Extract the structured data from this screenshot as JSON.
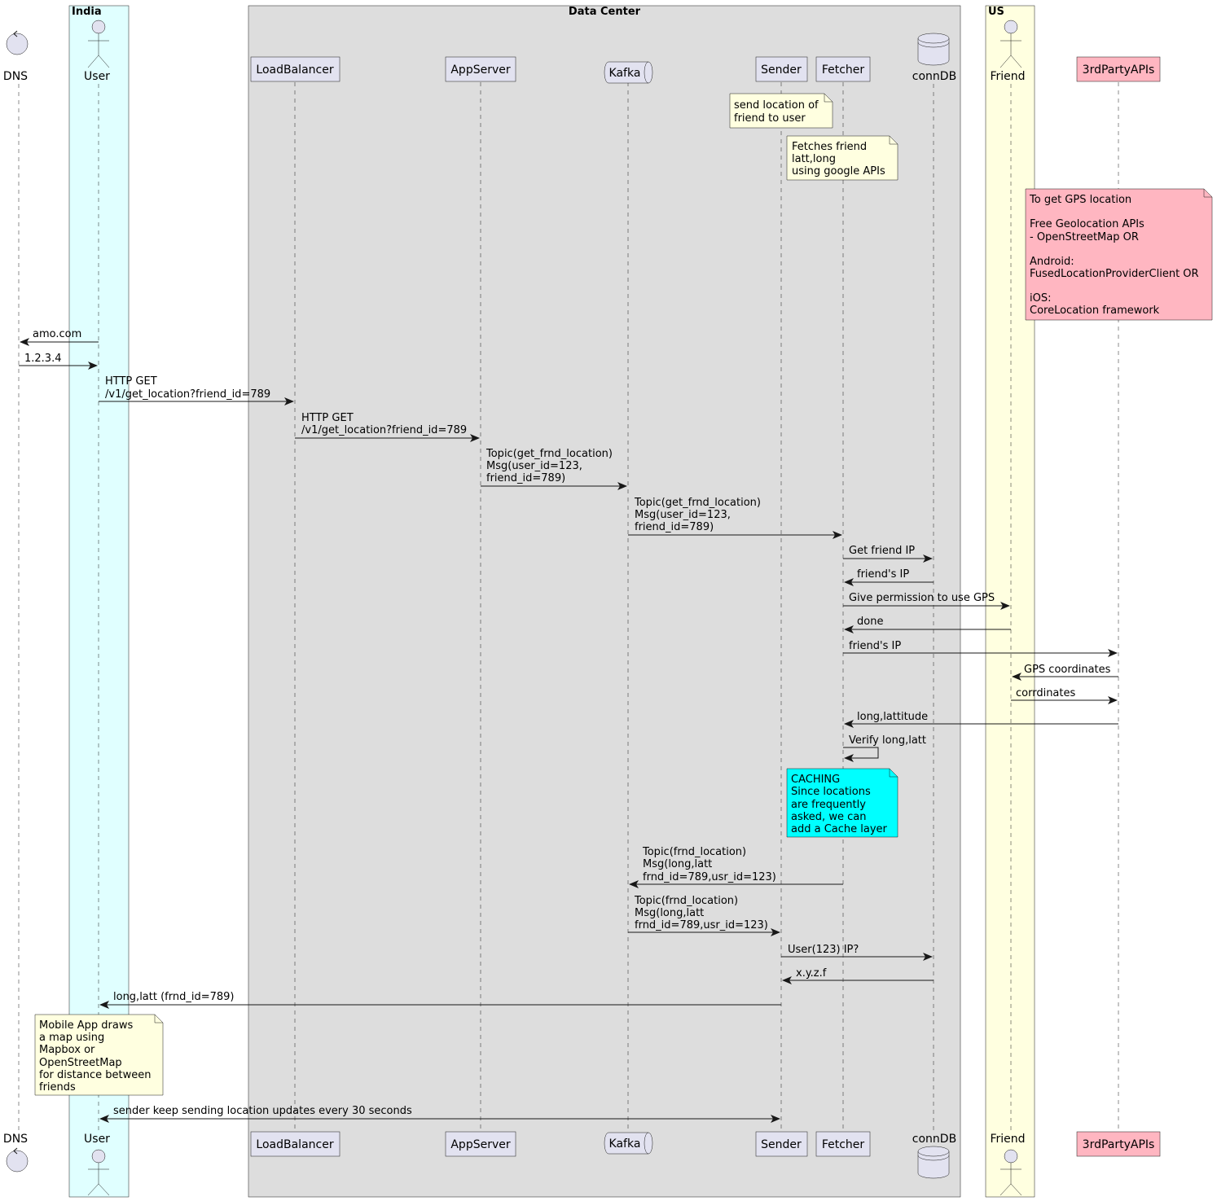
{
  "boxes": [
    {
      "id": "india",
      "title": "India",
      "color": "#E0FFFF"
    },
    {
      "id": "dc",
      "title": "Data Center",
      "color": "#DDDDDD"
    },
    {
      "id": "us",
      "title": "US",
      "color": "#FFFFE0"
    }
  ],
  "participants": [
    {
      "id": "dns",
      "label": "DNS",
      "kind": "control"
    },
    {
      "id": "user",
      "label": "User",
      "kind": "actor"
    },
    {
      "id": "lb",
      "label": "LoadBalancer",
      "kind": "participant"
    },
    {
      "id": "app",
      "label": "AppServer",
      "kind": "participant"
    },
    {
      "id": "kafka",
      "label": "Kafka",
      "kind": "queue"
    },
    {
      "id": "sender",
      "label": "Sender",
      "kind": "participant"
    },
    {
      "id": "fetcher",
      "label": "Fetcher",
      "kind": "participant"
    },
    {
      "id": "conndb",
      "label": "connDB",
      "kind": "database"
    },
    {
      "id": "friend",
      "label": "Friend",
      "kind": "actor"
    },
    {
      "id": "apis",
      "label": "3rdPartyAPIs",
      "kind": "participant",
      "color": "#FFB6C1"
    }
  ],
  "notes": [
    {
      "id": "note-send-location",
      "over": "sender",
      "lines": [
        "send location of",
        "friend to user"
      ],
      "color": "#FFFFE0"
    },
    {
      "id": "note-fetches-friend",
      "over": "fetcher",
      "lines": [
        "Fetches friend",
        "latt,long",
        "using google APIs"
      ],
      "color": "#FFFFE0"
    },
    {
      "id": "note-gps",
      "over": "apis",
      "lines": [
        "To get GPS location",
        "",
        "Free Geolocation APIs",
        "- OpenStreetMap OR",
        "",
        "Android:",
        "FusedLocationProviderClient OR",
        "",
        "iOS:",
        "CoreLocation framework"
      ],
      "color": "#FFB6C1"
    },
    {
      "id": "note-caching",
      "over": "fetcher",
      "lines": [
        "CACHING",
        "Since locations",
        "are frequently",
        "asked, we can",
        "add a Cache layer"
      ],
      "color": "#00FFFF"
    },
    {
      "id": "note-mobile-app",
      "over": "user",
      "lines": [
        "Mobile App draws",
        "a map using",
        "Mapbox or",
        "OpenStreetMap",
        "for distance between",
        "friends"
      ],
      "color": "#FFFFE0"
    }
  ],
  "messages": [
    {
      "from": "user",
      "to": "dns",
      "lines": [
        "amo.com"
      ]
    },
    {
      "from": "dns",
      "to": "user",
      "lines": [
        "1.2.3.4"
      ]
    },
    {
      "from": "user",
      "to": "lb",
      "lines": [
        "HTTP GET",
        "/v1/get_location?friend_id=789"
      ]
    },
    {
      "from": "lb",
      "to": "app",
      "lines": [
        "HTTP GET",
        "/v1/get_location?friend_id=789"
      ]
    },
    {
      "from": "app",
      "to": "kafka",
      "lines": [
        "Topic(get_frnd_location)",
        "Msg(user_id=123,",
        "friend_id=789)"
      ]
    },
    {
      "from": "kafka",
      "to": "fetcher",
      "lines": [
        "Topic(get_frnd_location)",
        "Msg(user_id=123,",
        "friend_id=789)"
      ]
    },
    {
      "from": "fetcher",
      "to": "conndb",
      "lines": [
        "Get friend IP"
      ]
    },
    {
      "from": "conndb",
      "to": "fetcher",
      "lines": [
        "friend's IP"
      ]
    },
    {
      "from": "fetcher",
      "to": "friend",
      "lines": [
        "Give permission to use GPS"
      ]
    },
    {
      "from": "friend",
      "to": "fetcher",
      "lines": [
        "done"
      ]
    },
    {
      "from": "fetcher",
      "to": "apis",
      "lines": [
        "friend's IP"
      ]
    },
    {
      "from": "apis",
      "to": "friend",
      "lines": [
        "GPS coordinates"
      ]
    },
    {
      "from": "friend",
      "to": "apis",
      "lines": [
        "corrdinates"
      ]
    },
    {
      "from": "apis",
      "to": "fetcher",
      "lines": [
        "long,lattitude"
      ]
    },
    {
      "from": "fetcher",
      "to": "fetcher",
      "lines": [
        "Verify long,latt"
      ]
    },
    {
      "from": "fetcher",
      "to": "kafka",
      "lines": [
        "Topic(frnd_location)",
        "Msg(long,latt",
        "frnd_id=789,usr_id=123)"
      ]
    },
    {
      "from": "kafka",
      "to": "sender",
      "lines": [
        "Topic(frnd_location)",
        "Msg(long,latt",
        "frnd_id=789,usr_id=123)"
      ]
    },
    {
      "from": "sender",
      "to": "conndb",
      "lines": [
        "User(123) IP?"
      ]
    },
    {
      "from": "conndb",
      "to": "sender",
      "lines": [
        "x.y.z.f"
      ]
    },
    {
      "from": "sender",
      "to": "user",
      "lines": [
        "long,latt (frnd_id=789)"
      ]
    },
    {
      "from": "user",
      "to": "sender",
      "lines": [
        "sender keep sending location updates every 30 seconds"
      ],
      "bidirectional": true
    }
  ]
}
